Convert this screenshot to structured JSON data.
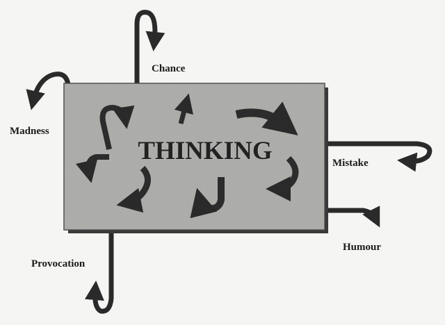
{
  "diagram": {
    "center_label": "THINKING",
    "outputs": [
      {
        "id": "chance",
        "label": "Chance"
      },
      {
        "id": "madness",
        "label": "Madness"
      },
      {
        "id": "mistake",
        "label": "Mistake"
      },
      {
        "id": "humour",
        "label": "Humour"
      },
      {
        "id": "provocation",
        "label": "Provocation"
      }
    ]
  },
  "colors": {
    "arrow": "#2a2a2a",
    "box": "#a9a9a6",
    "background": "#f5f5f3"
  }
}
